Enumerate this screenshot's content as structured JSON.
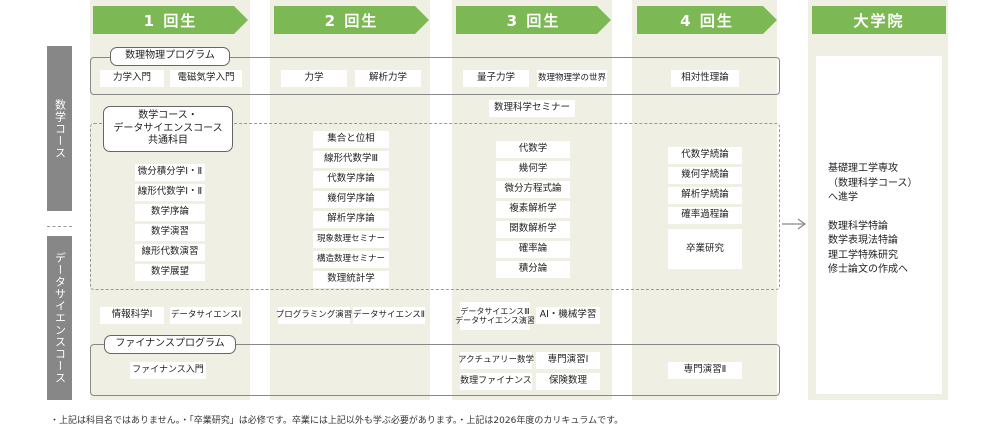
{
  "headers": {
    "y1": "1 回生",
    "y2": "2 回生",
    "y3": "3 回生",
    "y4": "4 回生",
    "grad": "大学院"
  },
  "side": {
    "math": "数学コース",
    "ds": "データサイエンスコース"
  },
  "programs": {
    "physics": "数理物理プログラム",
    "common": [
      "数学コース・",
      "データサイエンスコース",
      "共通科目"
    ],
    "finance": "ファイナンスプログラム"
  },
  "physics_row": {
    "y1": [
      "力学入門",
      "電磁気学入門"
    ],
    "y2": [
      "力学",
      "解析力学"
    ],
    "y3": [
      "量子力学",
      "数理物理学の世界"
    ],
    "y4": "相対性理論"
  },
  "seminar3": "数理科学セミナー",
  "common_y1": [
    "微分積分学Ⅰ・Ⅱ",
    "線形代数学Ⅰ・Ⅱ",
    "数学序論",
    "数学演習",
    "線形代数演習",
    "数学展望"
  ],
  "common_y2": [
    "集合と位相",
    "線形代数学Ⅲ",
    "代数学序論",
    "幾何学序論",
    "解析学序論",
    "現象数理セミナー",
    "構造数理セミナー",
    "数理統計学"
  ],
  "common_y3": [
    "代数学",
    "幾何学",
    "微分方程式論",
    "複素解析学",
    "関数解析学",
    "確率論",
    "積分論"
  ],
  "common_y4": [
    "代数学続論",
    "幾何学続論",
    "解析学続論",
    "確率過程論"
  ],
  "thesis": "卒業研究",
  "ds_row": {
    "y1": [
      "情報科学Ⅰ",
      "データサイエンスⅠ"
    ],
    "y2": [
      "プログラミング演習",
      "データサイエンスⅡ"
    ],
    "y3a": [
      "データサイエンスⅢ",
      "データサイエンス演習"
    ],
    "y3b": "AI・機械学習"
  },
  "finance_row": {
    "y1": "ファイナンス入門",
    "y3": [
      "アクチュアリー数学",
      "専門演習Ⅰ",
      "数理ファイナンス",
      "保険数理"
    ],
    "y4": "専門演習Ⅱ"
  },
  "grad": {
    "line1": "基礎理工学専攻",
    "line2": "（数理科学コース）",
    "line3": "へ進学",
    "items": [
      "数理科学特論",
      "数学表現法特論",
      "理工学特殊研究",
      "修士論文の作成へ"
    ]
  },
  "note": "・上記は科目名ではありません。・「卒業研究」は必修です。卒業には上記以外も学ぶ必要があります。・上記は2026年度のカリキュラムです。"
}
